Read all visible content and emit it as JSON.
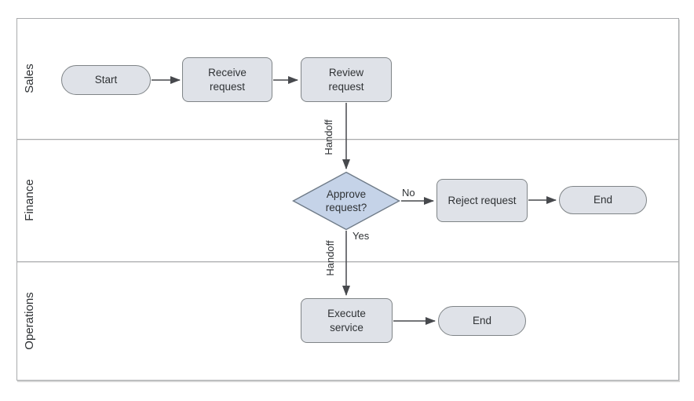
{
  "diagram": {
    "type": "swimlane-flowchart",
    "lanes": [
      {
        "label": "Sales"
      },
      {
        "label": "Finance"
      },
      {
        "label": "Operations"
      }
    ],
    "nodes": [
      {
        "id": "start",
        "shape": "terminator",
        "lane": "Sales",
        "label": "Start"
      },
      {
        "id": "receive-request",
        "shape": "process",
        "lane": "Sales",
        "label": "Receive\nrequest"
      },
      {
        "id": "review-request",
        "shape": "process",
        "lane": "Sales",
        "label": "Review\nrequest"
      },
      {
        "id": "approve-request",
        "shape": "decision",
        "lane": "Finance",
        "label": "Approve\nrequest?"
      },
      {
        "id": "reject-request",
        "shape": "process",
        "lane": "Finance",
        "label": "Reject request"
      },
      {
        "id": "end-finance",
        "shape": "terminator",
        "lane": "Finance",
        "label": "End"
      },
      {
        "id": "execute-service",
        "shape": "process",
        "lane": "Operations",
        "label": "Execute\nservice"
      },
      {
        "id": "end-operations",
        "shape": "terminator",
        "lane": "Operations",
        "label": "End"
      }
    ],
    "edges": [
      {
        "from": "start",
        "to": "receive-request",
        "label": ""
      },
      {
        "from": "receive-request",
        "to": "review-request",
        "label": ""
      },
      {
        "from": "review-request",
        "to": "approve-request",
        "label": "Handoff"
      },
      {
        "from": "approve-request",
        "to": "reject-request",
        "label": "No"
      },
      {
        "from": "reject-request",
        "to": "end-finance",
        "label": ""
      },
      {
        "from": "approve-request",
        "to": "execute-service",
        "label": "Yes",
        "secondary_label": "Handoff"
      },
      {
        "from": "execute-service",
        "to": "end-operations",
        "label": ""
      }
    ],
    "colors": {
      "node_fill": "#dfe2e8",
      "node_border": "#7f8487",
      "decision_fill": "#c5d3e8",
      "decision_border": "#6f7b88",
      "arrow": "#47494d",
      "lane_border": "#a9abad",
      "text": "#2f3235",
      "background": "#ffffff"
    }
  }
}
